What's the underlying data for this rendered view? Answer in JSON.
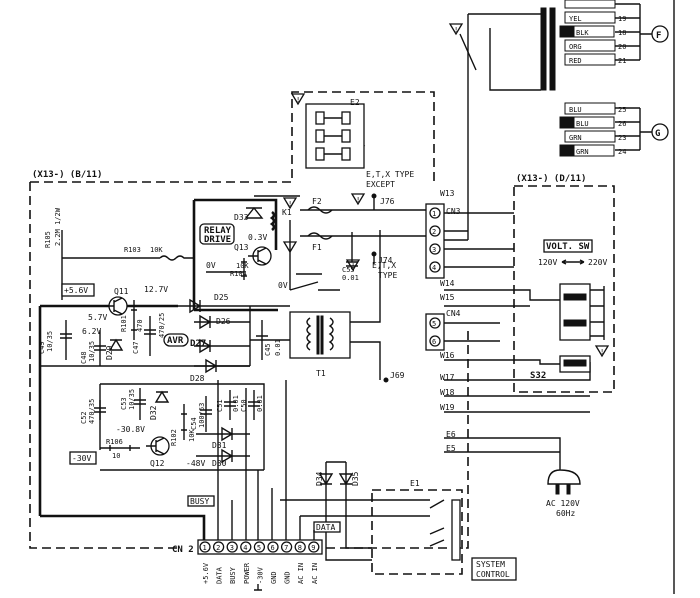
{
  "blocks": {
    "b11": "(X13-) (B/11)",
    "d11": "(X13-) (D/11)"
  },
  "wire_colors_f": [
    "YEL",
    "BLK",
    "ORG",
    "RED"
  ],
  "wire_nums_f": [
    "19",
    "18",
    "20",
    "21"
  ],
  "wire_colors_g": [
    "BLU",
    "BLU",
    "GRN",
    "GRN"
  ],
  "wire_nums_g": [
    "25",
    "26",
    "23",
    "24"
  ],
  "connectors": {
    "f": "F",
    "g": "G"
  },
  "parts": {
    "e2": "E2",
    "f2": "F2",
    "f1": "F1",
    "j76": "J76",
    "j74": "J74",
    "j69": "J69",
    "k1": "K1",
    "c55": "C55",
    "c55v": "0.01",
    "d33": "D33",
    "q13": "Q13",
    "r104": "R104",
    "r104v": "10K",
    "r103": "R103",
    "r103v": "10K",
    "r105": "R105",
    "r105v": "2.2M 1/2W",
    "q11": "Q11",
    "r101": "R101",
    "r101v": "470",
    "c49": "C49",
    "c49v": "10/35",
    "c48": "C48",
    "c48v": "10/35",
    "d29": "D29",
    "c47": "C47",
    "c47v": "470/25",
    "d25": "D25",
    "d26": "D26",
    "d27": "D27",
    "d28": "D28",
    "c45": "C45",
    "c45v": "0.01",
    "t1": "T1",
    "c52": "C52",
    "c52v": "470/35",
    "c53": "C53",
    "c53v": "10/35",
    "d32": "D32",
    "r102": "R102",
    "r102v": "10K",
    "c54": "C54",
    "c54v": "100/63",
    "c51": "C51",
    "c51v": "0.01",
    "c50": "C50",
    "c50v": "0.01",
    "d31": "D31",
    "d30": "D30",
    "r106": "R106",
    "r106v": "10",
    "q12": "Q12",
    "d34": "D34",
    "d35": "D35",
    "e1": "E1",
    "e5": "E5",
    "e6": "E6",
    "s32": "S32",
    "cn2": "CN 2",
    "cn3": "CN3",
    "cn4": "CN4",
    "w13": "W13",
    "w14": "W14",
    "w15": "W15",
    "w16": "W16",
    "w17": "W17",
    "w18": "W18",
    "w19": "W19"
  },
  "labels": {
    "relay_drive_1": "RELAY",
    "relay_drive_2": "DRIVE",
    "avr": "AVR",
    "volt_sw": "VOLT. SW",
    "v120": "120V",
    "v220": "220V",
    "etx_except_1": "E,T,X TYPE",
    "etx_except_2": "EXCEPT",
    "etx_type_1": "E,T,X",
    "etx_type_2": "TYPE",
    "busy": "BUSY",
    "data": "DATA",
    "system_control_1": "SYSTEM",
    "system_control_2": "CONTROL",
    "ac_1": "AC 120V",
    "ac_2": "60Hz"
  },
  "voltages": {
    "v56": "+5.6V",
    "v57": "5.7V",
    "v62": "6.2V",
    "v127": "12.7V",
    "v03": "0.3V",
    "v0a": "0V",
    "v0b": "0V",
    "v308": "-30.8V",
    "v30": "-30V",
    "v48": "-48V"
  },
  "cn2_pins": [
    "1",
    "2",
    "3",
    "4",
    "5",
    "6",
    "7",
    "8",
    "9"
  ],
  "cn2_signals": [
    "+5.6V",
    "DATA",
    "BUSY",
    "POWER",
    "-30V",
    "GND",
    "GND",
    "AC IN",
    "AC IN"
  ],
  "cn3_pins": [
    "1",
    "2",
    "3",
    "4"
  ],
  "cn4_pins": [
    "5",
    "6"
  ]
}
